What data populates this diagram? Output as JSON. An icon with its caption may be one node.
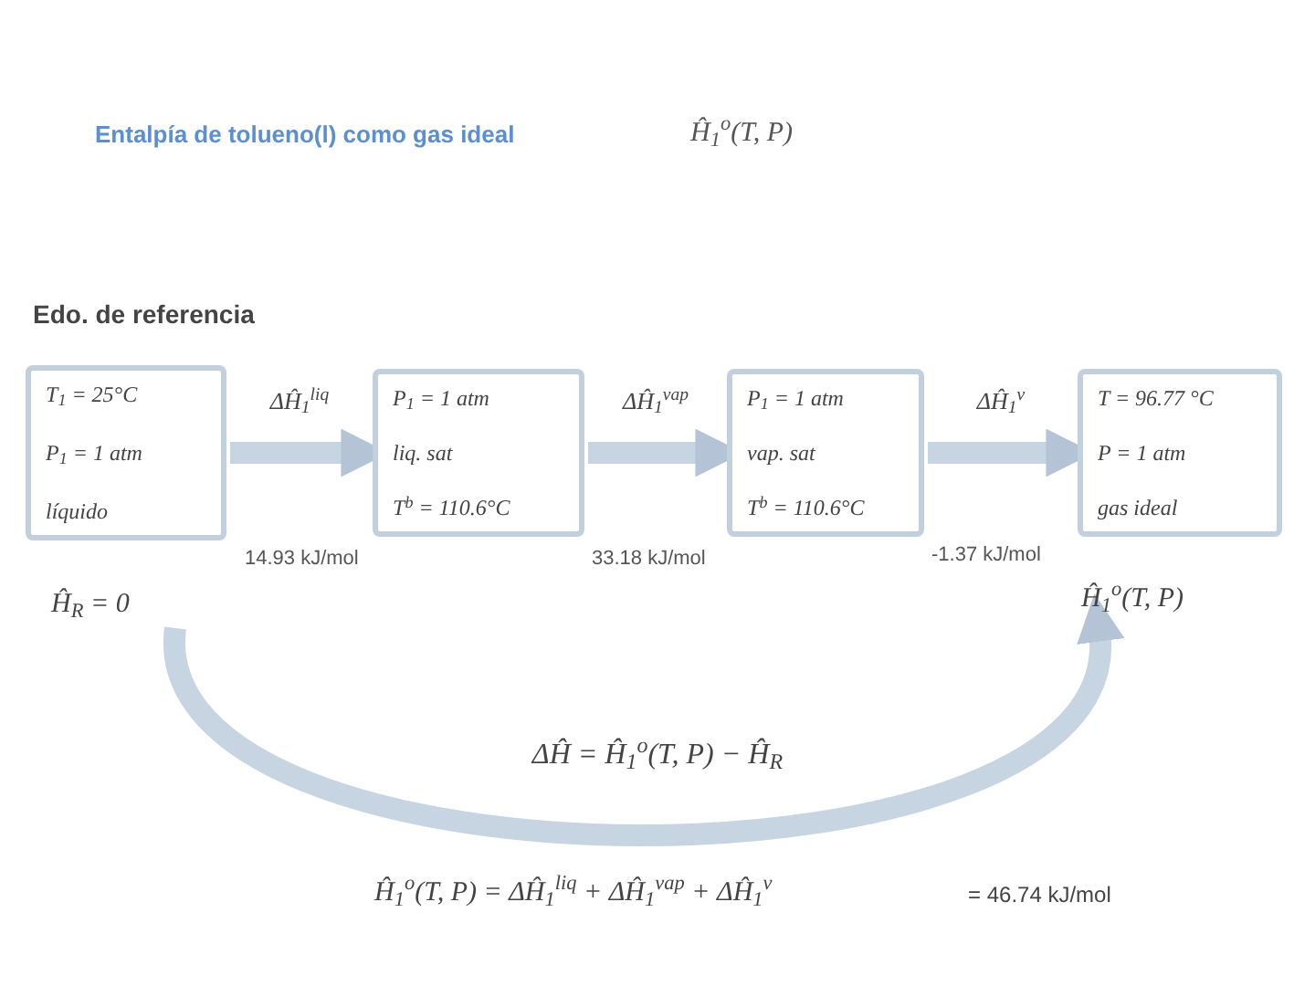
{
  "diagram": {
    "title": "Entalpía de tolueno(l) como gas ideal",
    "nodes": [
      {
        "text": [
          "T$_{1}$ = 25°C",
          "P$_{1}$ = 1 atm",
          "líquido"
        ]
      },
      {
        "text": [
          "P$_{1}$ = 1 atm",
          "liq. sat",
          "T$^{b}$ = 110.6°C"
        ]
      },
      {
        "text": [
          "P$_{1}$ = 1 atm",
          "vap. sat",
          "T$^{b}$ = 110.6°C"
        ]
      },
      {
        "text": [
          "T = 96.77 °C",
          "P = 1 atm",
          "gas ideal"
        ]
      },
      {
        "text": [
          "Ĥ$_{R}$ = 0"
        ]
      },
      {
        "text": [
          "Ĥ$_{1}$$^{o}$(T, P)"
        ]
      }
    ],
    "edges": [
      {
        "from": 0,
        "to": 1,
        "arrow": "to",
        "label": "ΔĤ$_{1}$$^{liq}$"
      },
      {
        "from": 1,
        "to": 2,
        "arrow": "to",
        "label": "ΔĤ$_{1}$$^{vap}$"
      },
      {
        "from": 2,
        "to": 3,
        "arrow": "to",
        "label": "ΔĤ$_{1}$$^{v}$"
      },
      {
        "from": 4,
        "to": 5,
        "arrow": "to",
        "label": "ΔĤ = Ĥ$_{1}$$^{o}$(T, P) − Ĥ$_{R}$"
      }
    ],
    "labels": [
      "Ĥ$_{1}$$^{o}$(T, P)",
      "Edo. de referencia",
      "14.93 kJ/mol",
      "33.18 kJ/mol",
      "-1.37 kJ/mol",
      "Ĥ$_{1}$$^{o}$(T, P) = ΔĤ$_{1}$$^{liq}$ + ΔĤ$_{1}$$^{vap}$ + ΔĤ$_{1}$$^{v}$",
      "= 46.74 kJ/mol"
    ]
  }
}
